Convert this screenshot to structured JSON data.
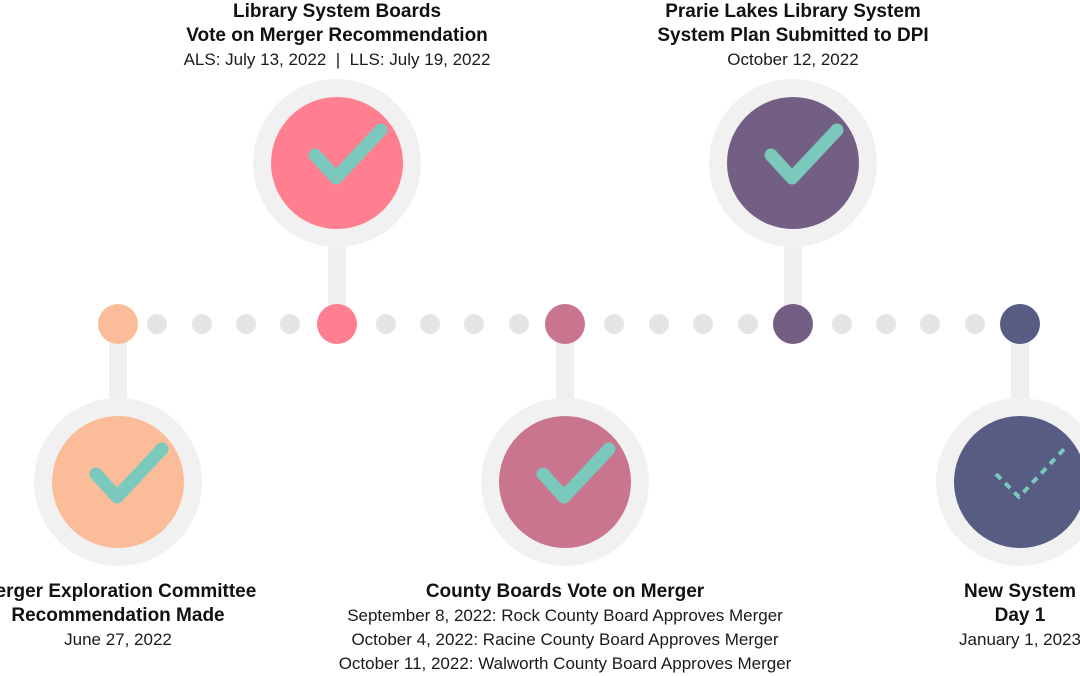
{
  "colors": {
    "peach": "#fbbd99",
    "coral": "#ff7f90",
    "rose": "#c9758e",
    "plum": "#735f83",
    "navy": "#575c83",
    "check": "#7ac9bc",
    "ring": "#f1f1f1",
    "connector": "#efefef",
    "dot": "#e4e4e4"
  },
  "milestones": [
    {
      "id": "merger-exploration",
      "color_key": "peach",
      "check_style": "solid",
      "title_lines": [
        "Merger Exploration Committee",
        "Recommendation Made"
      ],
      "details": [
        "June 27, 2022"
      ]
    },
    {
      "id": "library-boards",
      "color_key": "coral",
      "check_style": "solid",
      "title_lines": [
        "Library System Boards",
        "Vote on Merger Recommendation"
      ],
      "details": [
        "ALS: July 13, 2022  |  LLS: July 19, 2022"
      ]
    },
    {
      "id": "county-boards",
      "color_key": "rose",
      "check_style": "solid",
      "title_lines": [
        "County Boards Vote on Merger"
      ],
      "details": [
        "September 8, 2022: Rock County Board Approves Merger",
        "October 4, 2022: Racine County Board Approves Merger",
        "October 11, 2022: Walworth County Board Approves Merger"
      ]
    },
    {
      "id": "system-plan",
      "color_key": "plum",
      "check_style": "solid",
      "title_lines": [
        "Prarie Lakes Library System",
        "System Plan Submitted to DPI"
      ],
      "details": [
        "October 12, 2022"
      ]
    },
    {
      "id": "new-system",
      "color_key": "navy",
      "check_style": "dashed",
      "title_lines": [
        "New System",
        "Day 1"
      ],
      "details": [
        "January 1, 2023"
      ]
    }
  ]
}
